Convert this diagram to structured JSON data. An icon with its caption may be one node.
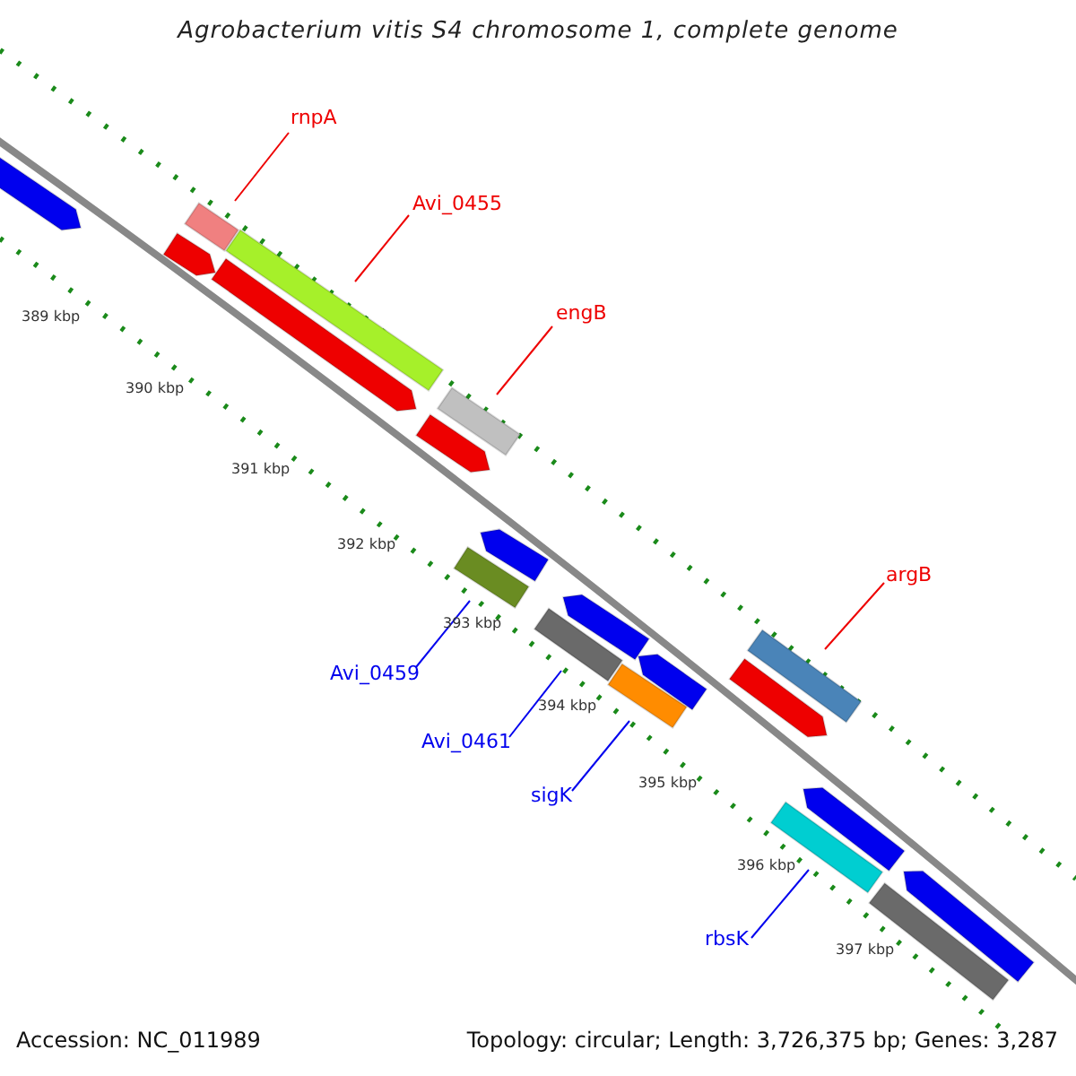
{
  "diagram": {
    "title": "Agrobacterium vitis S4 chromosome 1, complete genome",
    "nodes": [
      {
        "text": [
          "rnpA"
        ]
      },
      {
        "text": [
          "Avi_0455"
        ]
      },
      {
        "text": [
          "engB"
        ]
      },
      {
        "text": [
          "argB"
        ]
      },
      {
        "text": [
          "Avi_0459"
        ]
      },
      {
        "text": [
          "Avi_0461"
        ]
      },
      {
        "text": [
          "sigK"
        ]
      },
      {
        "text": [
          "rbsK"
        ]
      },
      {
        "text": [],
        "shape": "bar"
      },
      {
        "text": [],
        "shape": "bar"
      },
      {
        "text": [],
        "shape": "bar"
      },
      {
        "text": [],
        "shape": "bar"
      },
      {
        "text": [],
        "shape": "bar"
      },
      {
        "text": [],
        "shape": "bar"
      },
      {
        "text": [],
        "shape": "bar"
      },
      {
        "text": [],
        "shape": "bar"
      },
      {
        "text": [],
        "shape": "bar"
      },
      {
        "text": [],
        "shape": "bar"
      },
      {
        "text": [],
        "shape": "bar"
      },
      {
        "text": [],
        "shape": "bar"
      },
      {
        "text": [],
        "shape": "bar"
      },
      {
        "text": [],
        "shape": "bar"
      },
      {
        "text": [],
        "shape": "bar"
      },
      {
        "text": [],
        "shape": "bar"
      },
      {
        "text": [],
        "shape": "bar"
      },
      {
        "text": [],
        "shape": "bar"
      },
      {
        "text": [],
        "shape": "bar"
      }
    ],
    "edges": [
      {
        "from": 0,
        "to": 10,
        "arrow": "none"
      },
      {
        "from": 1,
        "to": 12,
        "arrow": "none"
      },
      {
        "from": 2,
        "to": 14,
        "arrow": "none"
      },
      {
        "from": 3,
        "to": 22,
        "arrow": "none"
      },
      {
        "from": 4,
        "to": 15,
        "arrow": "none",
        "color": "#0000ee"
      },
      {
        "from": 5,
        "to": 17,
        "arrow": "none",
        "color": "#0000ee"
      },
      {
        "from": 6,
        "to": 19,
        "arrow": "none",
        "color": "#0000ee"
      },
      {
        "from": 7,
        "to": 23,
        "arrow": "none",
        "color": "#0000ee"
      }
    ],
    "labels": [
      "389 kbp",
      "390 kbp",
      "391 kbp",
      "392 kbp",
      "393 kbp",
      "394 kbp",
      "395 kbp",
      "396 kbp",
      "397 kbp",
      "Accession: NC_011989",
      "Topology: circular; Length: 3,726,375 bp; Genes: 3,287"
    ]
  }
}
